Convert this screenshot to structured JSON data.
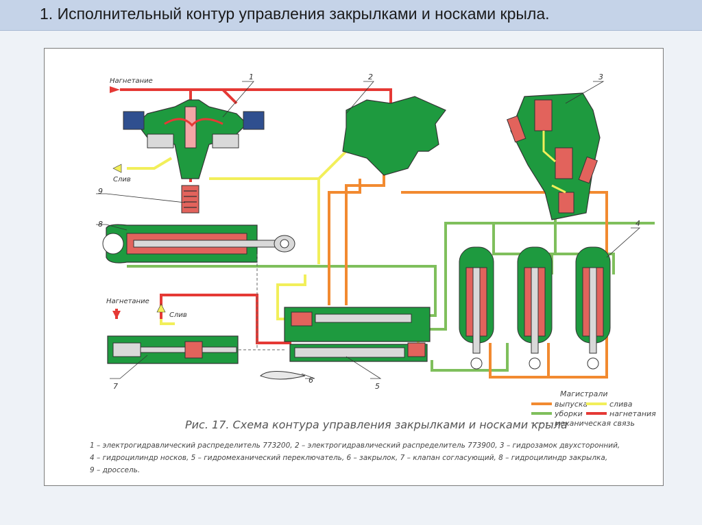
{
  "slide": {
    "title": "1. Исполнительный контур управления закрылками и носками крыла."
  },
  "colors": {
    "pressure": "#e53935",
    "drain": "#f2ef5a",
    "extend": "#f28a30",
    "retract": "#7fbf5c",
    "body": "#1e9a3f",
    "outline": "#333333"
  },
  "labels": {
    "pressure_top": "Нагнетание",
    "drain_left": "Слив",
    "pressure_bottom": "Нагнетание",
    "drain_bottom": "Слив"
  },
  "components": {
    "n1": "1",
    "n2": "2",
    "n3": "3",
    "n4": "4",
    "n5": "5",
    "n6": "6",
    "n7": "7",
    "n8": "8",
    "n9": "9"
  },
  "legend": {
    "title": "Магистрали",
    "extend": "выпуска",
    "drain": "слива",
    "retract": "уборки",
    "pressure": "нагнетания",
    "mechanical": "механическая связь"
  },
  "caption": {
    "title": "Рис. 17. Схема контура управления закрылками и носками крыла",
    "line1": "1 – электрогидравлический распределитель 773200, 2 – электрогидравлический распределитель 773900, 3 – гидрозамок двухсторонний,",
    "line2": "4 – гидроцилиндр носков, 5 – гидромеханический переключатель, 6 – закрылок, 7 – клапан согласующий, 8 – гидроцилиндр закрылка,",
    "line3": "9 – дроссель."
  }
}
